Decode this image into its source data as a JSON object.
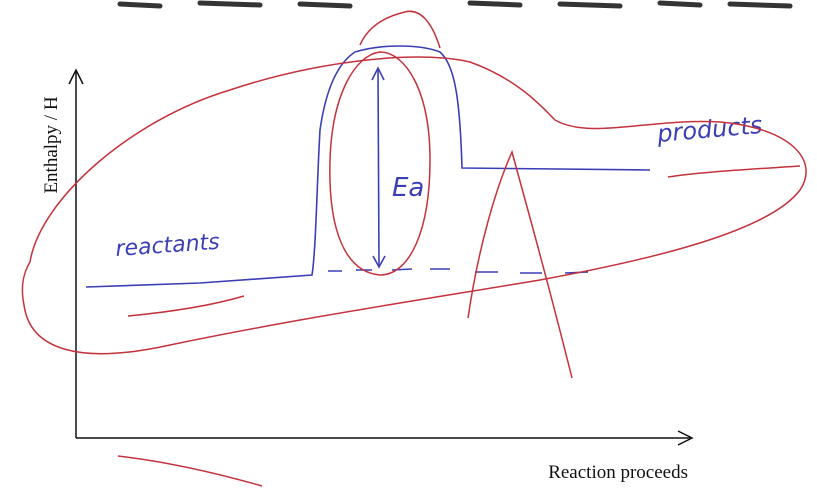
{
  "diagram": {
    "y_axis_label": "Enthalpy / H",
    "x_axis_label": "Reaction proceeds",
    "annotations": {
      "reactants": "reactants",
      "products": "products",
      "activation_energy": "Ea"
    }
  },
  "colors": {
    "axis": "#111111",
    "energy_profile": "#3b3fb5",
    "red_pen": "#c4323c",
    "printed_text": "#111111"
  }
}
